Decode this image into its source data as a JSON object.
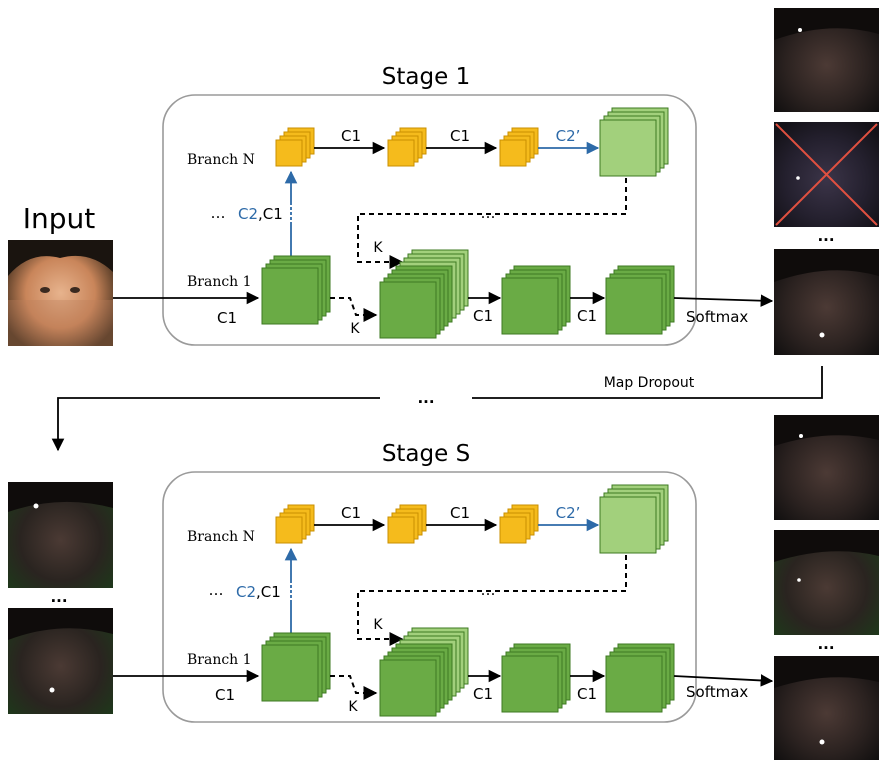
{
  "input_label": "Input",
  "stages": [
    {
      "title": "Stage 1",
      "branch_n_label": "Branch N",
      "branch_1_label": "Branch 1",
      "c1_labels": [
        "C1",
        "C1",
        "C1",
        "C1",
        "C1"
      ],
      "c2_label": "C2",
      "c2_prime_label": "C2’",
      "comma_c1_label": ",C1",
      "k_labels": [
        "K",
        "K"
      ],
      "softmax_label": "Softmax"
    },
    {
      "title": "Stage S",
      "branch_n_label": "Branch N",
      "branch_1_label": "Branch 1",
      "c1_labels": [
        "C1",
        "C1",
        "C1",
        "C1",
        "C1"
      ],
      "c2_label": "C2",
      "c2_prime_label": "C2’",
      "comma_c1_label": ",C1",
      "k_labels": [
        "K",
        "K"
      ],
      "softmax_label": "Softmax"
    }
  ],
  "map_dropout_label": "Map Dropout",
  "ellipsis": "…",
  "bold_ellipsis": "...",
  "colors": {
    "yellow": "#f5bb1c",
    "yellow_edge": "#c98f00",
    "green": "#6aab45",
    "light_green": "#a2d07c",
    "green_edge": "#3e7a22",
    "blue": "#2d6aa8",
    "dropout_cross": "#e05040",
    "box_border": "#9a9a9a"
  }
}
